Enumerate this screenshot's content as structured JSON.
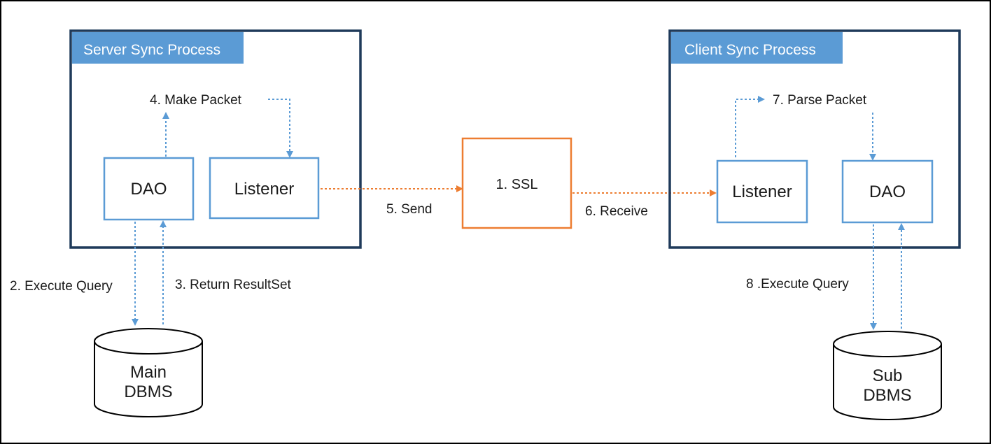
{
  "server": {
    "title": "Server Sync Process",
    "dao": "DAO",
    "listener": "Listener",
    "make_packet": "4. Make Packet",
    "execute_query": "2. Execute Query",
    "return_resultset": "3. Return ResultSet",
    "db_line1": "Main",
    "db_line2": "DBMS"
  },
  "center": {
    "ssl": "1. SSL",
    "send": "5. Send",
    "receive": "6. Receive"
  },
  "client": {
    "title": "Client Sync Process",
    "listener": "Listener",
    "dao": "DAO",
    "parse_packet": "7. Parse Packet",
    "execute_query": "8 .Execute Query",
    "db_line1": "Sub",
    "db_line2": "DBMS"
  },
  "colors": {
    "frame": "#1f3a5a",
    "title_fill": "#5b9bd5",
    "inner_box": "#5b9bd5",
    "dotted_blue": "#5b9bd5",
    "dotted_orange": "#ed7d31",
    "ssl_box": "#ed7d31"
  }
}
